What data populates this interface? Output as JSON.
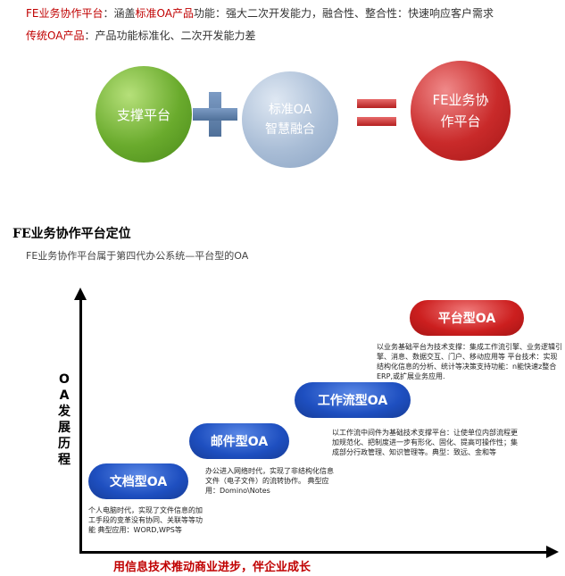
{
  "intro": {
    "line1_label": "FE业务协作平台",
    "line1_sep": "：涵盖",
    "line1_highlight": "标准OA产品",
    "line1_rest": "功能：强大二次开发能力，融合性、整合性：快速响应客户需求",
    "line2_label": "传统OA产品",
    "line2_rest": "：产品功能标准化、二次开发能力差"
  },
  "equation": {
    "circle1": "支撑平台",
    "circle2_line1": "标准OA",
    "circle2_line2": "智慧融合",
    "circle3_line1": "FE业务协",
    "circle3_line2": "作平台"
  },
  "section": {
    "title": "FE业务协作平台定位",
    "subtitle": "FE业务协作平台属于第四代办公系统—平台型的OA"
  },
  "chart": {
    "y_label": "OA发展历程",
    "x_label": "用信息技术推动商业进步，伴企业成长",
    "stages": [
      {
        "name": "文档型OA",
        "desc": "个人电脑时代，实现了文件信息的加工手段的变革没有协同、关联等等功能 典型应用：WORD,WPS等"
      },
      {
        "name": "邮件型OA",
        "desc": "办公进入网络时代，实现了非结构化信息文件（电子文件）的流转协作。 典型应用：Domino\\Notes"
      },
      {
        "name": "工作流型OA",
        "desc": "以工作流中间件为基础技术支撑平台：让使单位内部流程更加规范化、把制度进一步有形化、固化、提高可操作性；集成部分行政管理、知识管理等。典型：致远、金和等"
      },
      {
        "name": "平台型OA",
        "desc": "以业务基础平台为技术支撑：集成工作流引擎、业务逻辑引擎、消息、数据交互、门户、移动应用等 平台技术：实现结构化信息的分析、统计等决策支持功能：n能快速z整合ERP,或扩展业务应用."
      }
    ]
  }
}
